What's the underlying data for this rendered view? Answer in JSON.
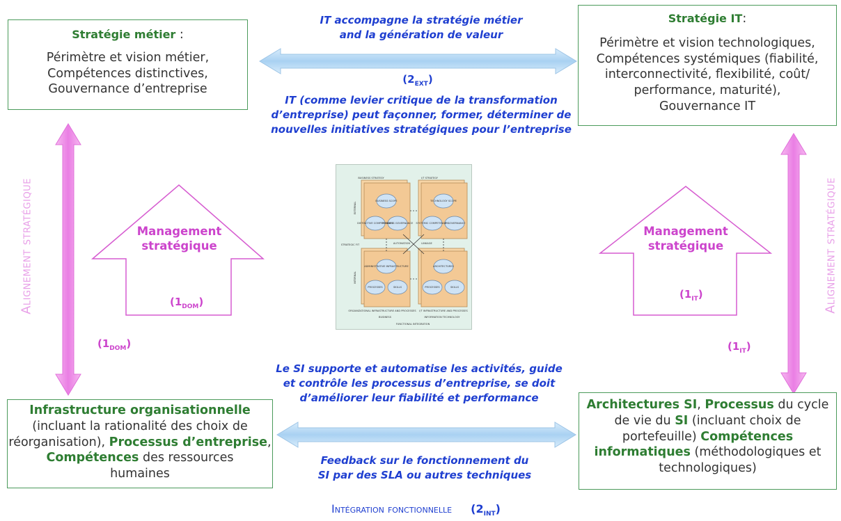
{
  "top_left": {
    "title": "Stratégie métier",
    "title_suffix": " :",
    "line1": "Périmètre et vision métier,",
    "line2": "Compétences distinctives,",
    "line3": "Gouvernance d’entreprise"
  },
  "top_right": {
    "title": "Stratégie IT",
    "title_suffix": ":",
    "line1": "Périmètre et vision technologiques,",
    "line2": "Compétences systémiques (fiabilité,",
    "line3": "interconnectivité, flexibilité, coût/",
    "line4": "performance, maturité),",
    "line5": "Gouvernance IT"
  },
  "top_arrow_text": {
    "line1": "IT accompagne la stratégie métier",
    "line2": "and la génération de valeur"
  },
  "label_2ext": {
    "num": "(2",
    "sub": "EXT",
    "close": ")"
  },
  "mid_top_text": {
    "line1": "IT (comme levier critique de la transformation",
    "line2": "d’entreprise) peut façonner, former, déterminer de",
    "line3": "nouvelles initiatives stratégiques pour l’entreprise"
  },
  "vertical_label": "Alignement stratégique",
  "mgmt_left": {
    "line1": "Management",
    "line2": "stratégique",
    "label_num": "(1",
    "label_sub": "DOM",
    "label_close": ")"
  },
  "mgmt_right": {
    "line1": "Management",
    "line2": "stratégique",
    "label_num": "(1",
    "label_sub": "IT",
    "label_close": ")"
  },
  "left_arrow_label": {
    "num": "(1",
    "sub": "DOM",
    "close": ")"
  },
  "right_arrow_label": {
    "num": "(1",
    "sub": "IT",
    "close": ")"
  },
  "mid_bottom_text": {
    "line1": "Le SI supporte et automatise les activités, guide",
    "line2": "et contrôle les processus d’entreprise, se doit",
    "line3": "d’améliorer leur fiabilité et performance"
  },
  "bottom_left": {
    "title": "Infrastructure organisationnelle",
    "l2": "(incluant la rationalité des choix de",
    "l3a": "réorganisation), ",
    "l3b": "Processus d’entreprise",
    "l3c": ",",
    "l4a": "Compétences",
    "l4b": " des ressources",
    "l5": "humaines"
  },
  "bottom_right": {
    "l1a": "Architectures SI",
    "l1b": ", ",
    "l1c": "Processus",
    "l1d": " du cycle",
    "l2a": "de vie du ",
    "l2b": "SI",
    "l2c": " (incluant choix de",
    "l3a": "portefeuille) ",
    "l3b": "Compétences",
    "l4a": "informatiques",
    "l4b": "  (méthodologiques et",
    "l5": "technologiques)"
  },
  "bottom_arrow_text": {
    "line1": "Feedback sur le fonctionnement du",
    "line2": "SI par des SLA ou autres techniques"
  },
  "footer": {
    "text": "Intégration fonctionnelle",
    "num": "(2",
    "sub": "INT",
    "close": ")"
  },
  "mini_diagram": {
    "business_strategy": "BUSINESS STRATEGY",
    "it_strategy": "I/T STRATEGY",
    "business_scope": "BUSINESS SCOPE",
    "distinctive_competencies": "DISTINCTIVE COMPETENCIES",
    "business_governance": "BUSINESS GOVERNANCE",
    "technology_scope": "TECHNOLOGY SCOPE",
    "systemic_competencies": "SYSTEMIC COMPETENCIES",
    "it_governance": "I/T GOVERNANCE",
    "administrative_infrastructure": "ADMINISTRATIVE INFRASTRUCTURE",
    "architectures": "ARCHITECTURES",
    "processes": "PROCESSES",
    "skills": "SKILLS",
    "org_infra": "ORGANIZATIONAL INFRASTRUCTURE AND PROCESSES",
    "it_infra": "I/T INFRASTRUCTURE AND PROCESSES",
    "strategic_fit": "STRATEGIC FIT",
    "automation": "AUTOMATION",
    "linkage": "LINKAGE",
    "external": "EXTERNAL",
    "internal": "INTERNAL",
    "business": "BUSINESS",
    "information_technology": "INFORMATION TECHNOLOGY",
    "functional_integration": "FUNCTIONAL INTEGRATION"
  },
  "colors": {
    "box_border": "#4a9a5a",
    "green_text": "#2e7d32",
    "blue_text": "#1f3fd0",
    "magenta": "#cc44cc",
    "light_magenta": "#e8a0e8",
    "arrow_blue": "#bcdcf4"
  }
}
